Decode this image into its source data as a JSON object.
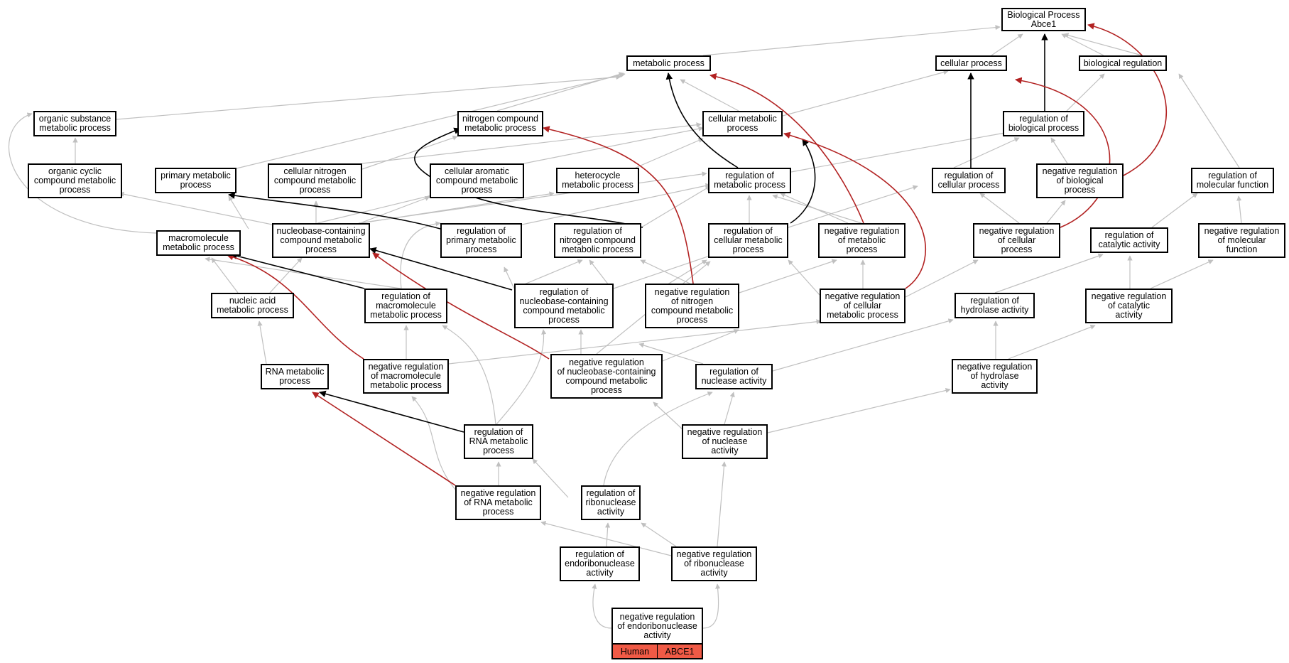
{
  "nodes": {
    "bp_root": "Biological Process\nAbce1",
    "metabolic": "metabolic process",
    "cellular": "cellular process",
    "bioreg": "biological regulation",
    "orgsub": "organic substance\nmetabolic process",
    "nitrogen": "nitrogen compound\nmetabolic process",
    "cellmet": "cellular metabolic\nprocess",
    "regbio": "regulation of\nbiological process",
    "orgcyc": "organic cyclic\ncompound metabolic\nprocess",
    "primary": "primary metabolic\nprocess",
    "cellnit": "cellular nitrogen\ncompound metabolic\nprocess",
    "cellaro": "cellular aromatic\ncompound metabolic\nprocess",
    "hetero": "heterocycle\nmetabolic process",
    "regmet": "regulation of\nmetabolic process",
    "regcell": "regulation of\ncellular process",
    "negregbio": "negative regulation\nof biological\nprocess",
    "regmol": "regulation of\nmolecular function",
    "macro": "macromolecule\nmetabolic process",
    "nucleob": "nucleobase-containing\ncompound metabolic\nprocess",
    "regprim": "regulation of\nprimary metabolic\nprocess",
    "regnit": "regulation of\nnitrogen compound\nmetabolic process",
    "regcellmet": "regulation of\ncellular metabolic\nprocess",
    "negregmet": "negative regulation\nof metabolic\nprocess",
    "negregcell": "negative regulation\nof cellular\nprocess",
    "regcat": "regulation of\ncatalytic activity",
    "negregmol": "negative regulation\nof molecular\nfunction",
    "nucacid": "nucleic acid\nmetabolic process",
    "regmacro": "regulation of\nmacromolecule\nmetabolic process",
    "regnucleob": "regulation of\nnucleobase-containing\ncompound metabolic\nprocess",
    "negregnit": "negative regulation\nof nitrogen\ncompound metabolic\nprocess",
    "negregcellmet": "negative regulation\nof cellular\nmetabolic process",
    "reghyd": "regulation of\nhydrolase activity",
    "negregcat": "negative regulation\nof catalytic\nactivity",
    "rnamet": "RNA metabolic\nprocess",
    "negregmacro": "negative regulation\nof macromolecule\nmetabolic process",
    "negregnucleob": "negative regulation\nof nucleobase-containing\ncompound metabolic\nprocess",
    "regnuclease": "regulation of\nnuclease activity",
    "negreghyd": "negative regulation\nof hydrolase\nactivity",
    "regrna": "regulation of\nRNA metabolic\nprocess",
    "negregnuclease": "negative regulation\nof nuclease\nactivity",
    "negregrna": "negative regulation\nof RNA metabolic\nprocess",
    "regribo": "regulation of\nribonuclease\nactivity",
    "regendo": "regulation of\nendoribonuclease\nactivity",
    "negregribo": "negative regulation\nof ribonuclease\nactivity",
    "negregendo": "negative regulation\nof endoribonuclease\nactivity"
  },
  "focus_table": {
    "species": "Human",
    "gene": "ABCE1"
  },
  "colors": {
    "is_a_edge": "#c0c0c0",
    "part_of_edge": "#000000",
    "negatively_regulates_edge": "#b22222",
    "focus_fill": "#f05a46"
  }
}
